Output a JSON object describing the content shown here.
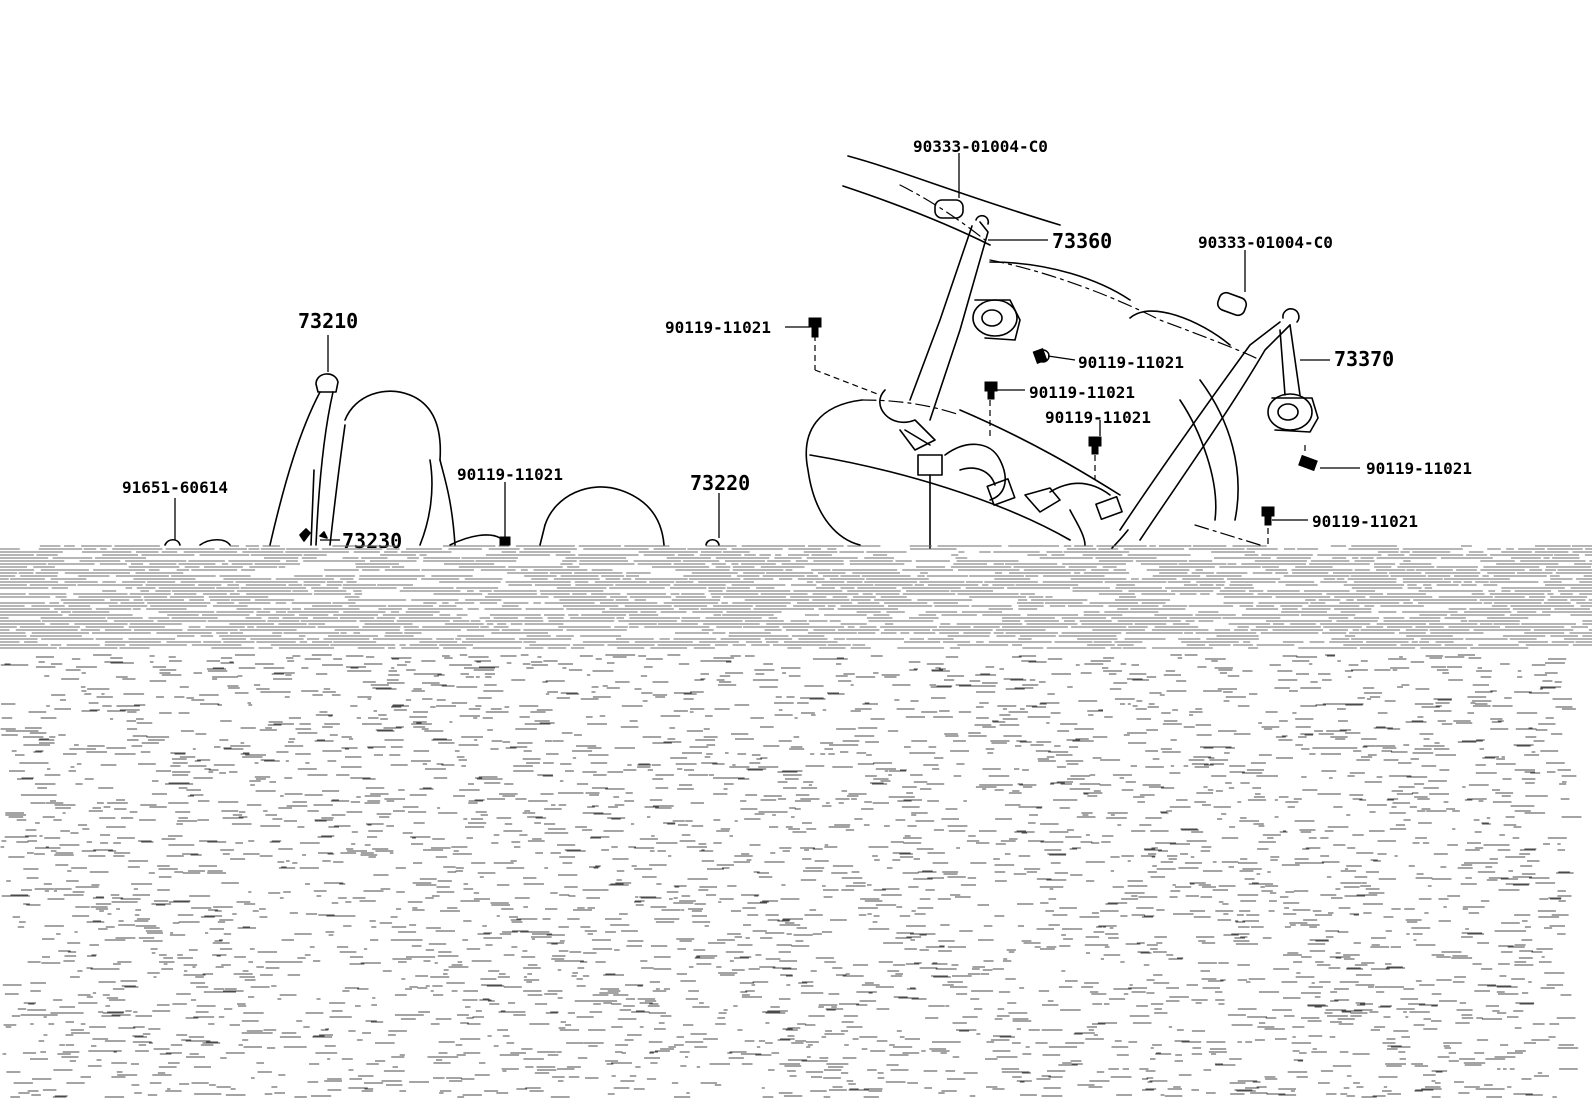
{
  "colors": {
    "ink": "#000000",
    "background": "#ffffff",
    "scan_noise": "#6e6e6e"
  },
  "labels": {
    "p90333_top": "90333-01004-C0",
    "p90333_right": "90333-01004-C0",
    "p73360": "73360",
    "p73370": "73370",
    "p73210": "73210",
    "p73220": "73220",
    "p73230": "73230",
    "p91651": "91651-60614",
    "p90119_left": "90119-11021",
    "p90119_a": "90119-11021",
    "p90119_b": "90119-11021",
    "p90119_c": "90119-11021",
    "p90119_d": "90119-11021",
    "p90119_e": "90119-11021",
    "p90119_f": "90119-11021"
  }
}
